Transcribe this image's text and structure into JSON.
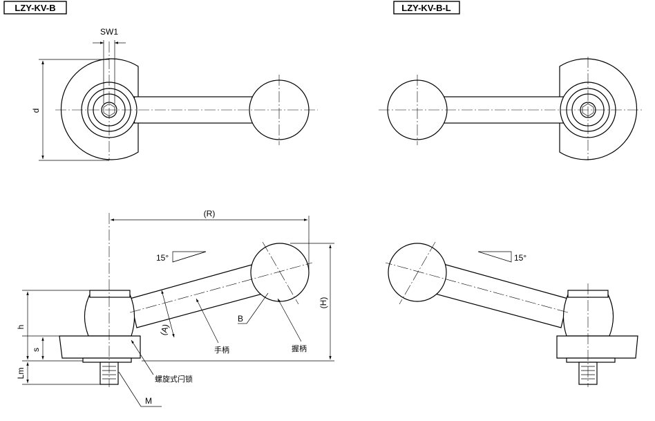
{
  "labels": {
    "model_left": "LZY-KV-B",
    "model_right": "LZY-KV-B-L"
  },
  "dimensions": {
    "sw1": "SW1",
    "d": "d",
    "R": "(R)",
    "H": "(H)",
    "A": "(A)",
    "h": "h",
    "s": "s",
    "Lm": "Lm",
    "M": "M",
    "B": "B",
    "angle_left": "15°",
    "angle_right": "15°"
  },
  "callouts": {
    "handle": "手柄",
    "grip": "握柄",
    "screw_lock": "螺旋式闩锁"
  }
}
